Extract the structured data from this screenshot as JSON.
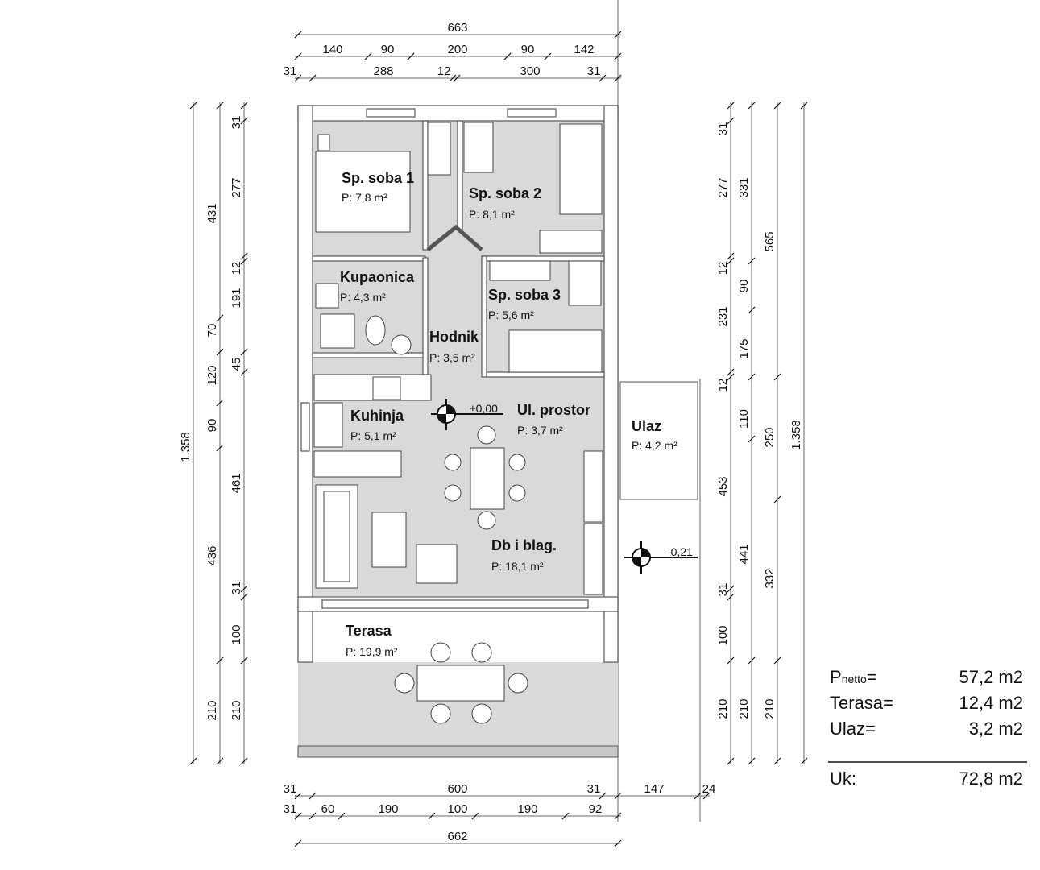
{
  "dimensions": {
    "top": {
      "row1": [
        "663"
      ],
      "row2": [
        "140",
        "90",
        "200",
        "90",
        "142"
      ],
      "row3": [
        "31",
        "288",
        "12",
        "300",
        "31"
      ]
    },
    "left": {
      "col1": [
        "1.358"
      ],
      "col2": [
        "431",
        "70",
        "120",
        "90",
        "436",
        "210"
      ],
      "col3": [
        "31",
        "277",
        "12",
        "191",
        "45",
        "461",
        "31",
        "100",
        "210"
      ]
    },
    "right": {
      "col1": [
        "31",
        "277",
        "12",
        "231",
        "12",
        "453",
        "31",
        "100",
        "210"
      ],
      "col2": [
        "331",
        "90",
        "175",
        "110",
        "441",
        "210"
      ],
      "col3": [
        "565",
        "250",
        "332",
        "210"
      ],
      "col4": [
        "1.358"
      ]
    },
    "bottom": {
      "row1": [
        "31",
        "600",
        "31",
        "147",
        "24"
      ],
      "row2": [
        "31",
        "60",
        "190",
        "100",
        "190",
        "92"
      ],
      "row3": [
        "662"
      ]
    }
  },
  "rooms": [
    {
      "name": "Sp. soba 1",
      "area": "P: 7,8 m²"
    },
    {
      "name": "Sp. soba 2",
      "area": "P: 8,1 m²"
    },
    {
      "name": "Kupaonica",
      "area": "P: 4,3 m²"
    },
    {
      "name": "Sp. soba 3",
      "area": "P: 5,6 m²"
    },
    {
      "name": "Hodnik",
      "area": "P: 3,5 m²"
    },
    {
      "name": "Kuhinja",
      "area": "P: 5,1 m²"
    },
    {
      "name": "Ul. prostor",
      "area": "P: 3,7 m²"
    },
    {
      "name": "Ulaz",
      "area": "P: 4,2 m²"
    },
    {
      "name": "Db i blag.",
      "area": "P: 18,1 m²"
    },
    {
      "name": "Terasa",
      "area": "P: 19,9 m²"
    }
  ],
  "levels": [
    "±0,00",
    "-0,21"
  ],
  "summary": {
    "netto_label": "P",
    "netto_sub": "netto",
    "netto_eq": "=",
    "netto_value": "57,2 m2",
    "terasa_label": "Terasa=",
    "terasa_value": "12,4 m2",
    "ulaz_label": "Ulaz=",
    "ulaz_value": "3,2 m2",
    "total_label": "Uk:",
    "total_value": "72,8 m2"
  }
}
